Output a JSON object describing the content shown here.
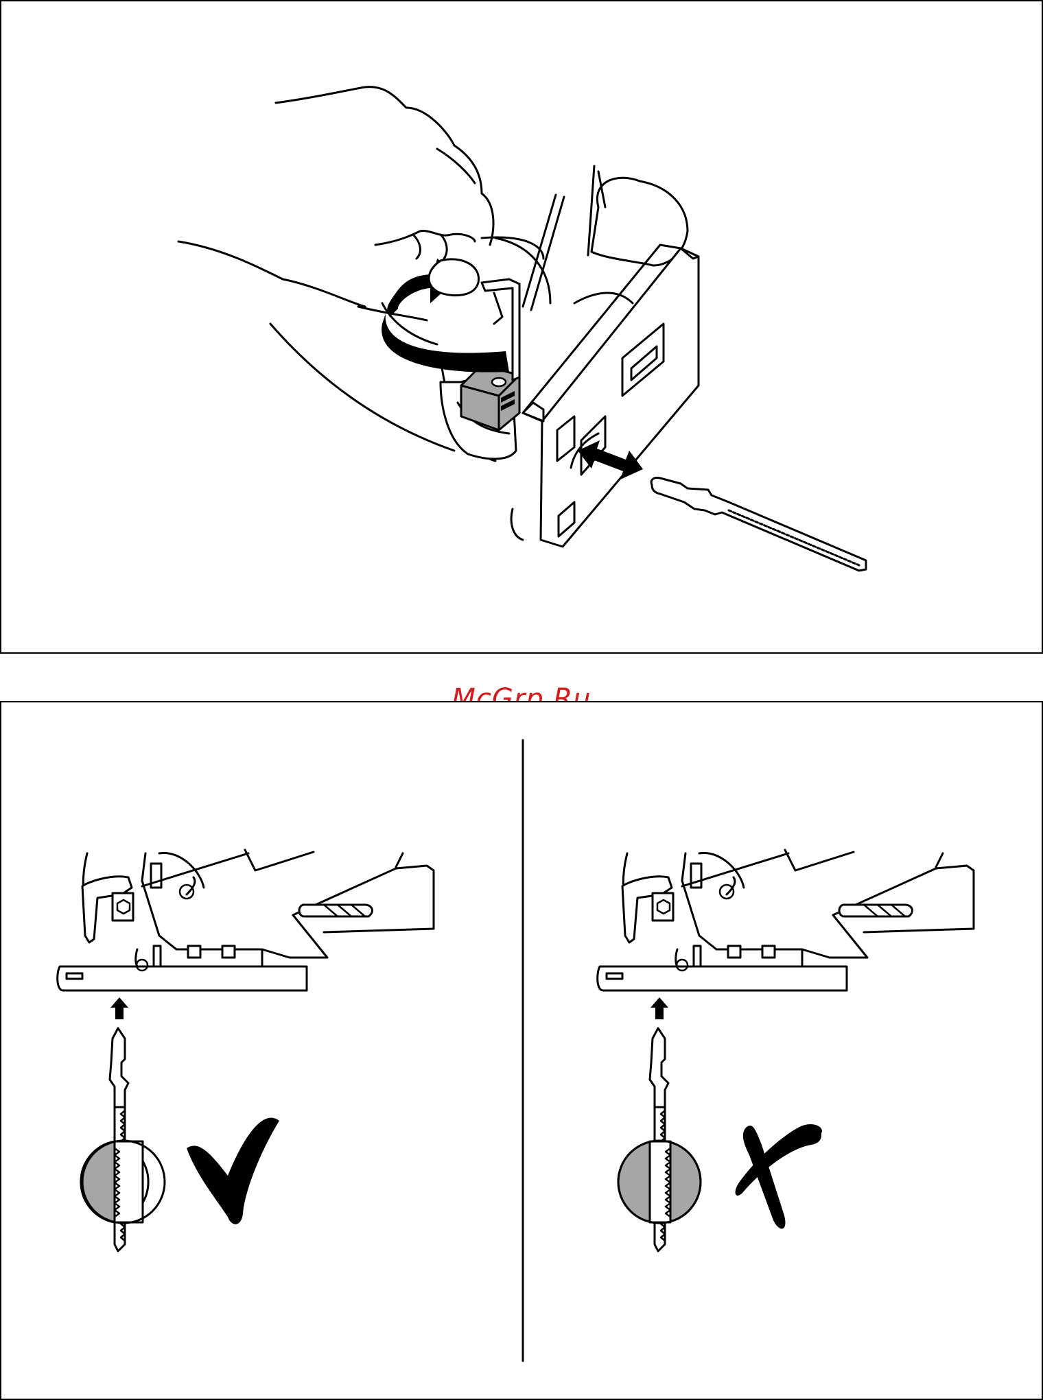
{
  "watermark": {
    "text": "McGrp.Ru",
    "color": "#d41c1c"
  },
  "figures": {
    "top": {
      "icons": [
        "hand-icon",
        "hex-key-icon",
        "rotate-arrow-icon",
        "jigsaw-shoe-icon",
        "double-arrow-icon",
        "saw-blade-icon"
      ]
    },
    "bottom_left": {
      "status": "correct",
      "icon": "checkmark-icon"
    },
    "bottom_right": {
      "status": "incorrect",
      "icon": "cross-mark-icon"
    }
  },
  "colors": {
    "line": "#000000",
    "fill_gray": "#a6a6a6",
    "background": "#ffffff"
  }
}
